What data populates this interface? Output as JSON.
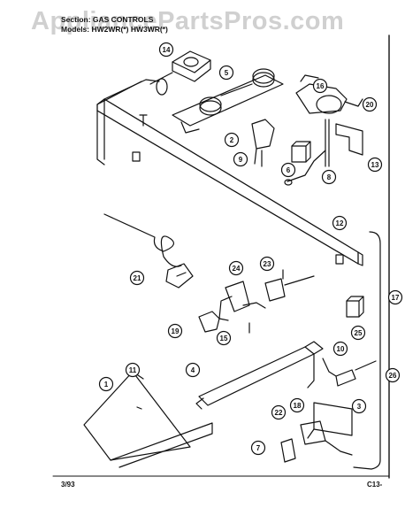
{
  "watermark": "AppliancePartsPros.com",
  "header": {
    "section_line": "Section: GAS CONTROLS",
    "models_line": "Models: HW2WR(*) HW3WR(*)"
  },
  "footer": {
    "date": "3/93",
    "page_code": "C13-"
  },
  "callouts": [
    "14",
    "5",
    "16",
    "20",
    "2",
    "9",
    "6",
    "8",
    "13",
    "12",
    "21",
    "24",
    "23",
    "17",
    "19",
    "15",
    "25",
    "10",
    "26",
    "11",
    "4",
    "1",
    "18",
    "3",
    "22",
    "7"
  ],
  "colors": {
    "ink": "#111111",
    "paper": "#ffffff",
    "watermark": "#aaaaaa"
  }
}
